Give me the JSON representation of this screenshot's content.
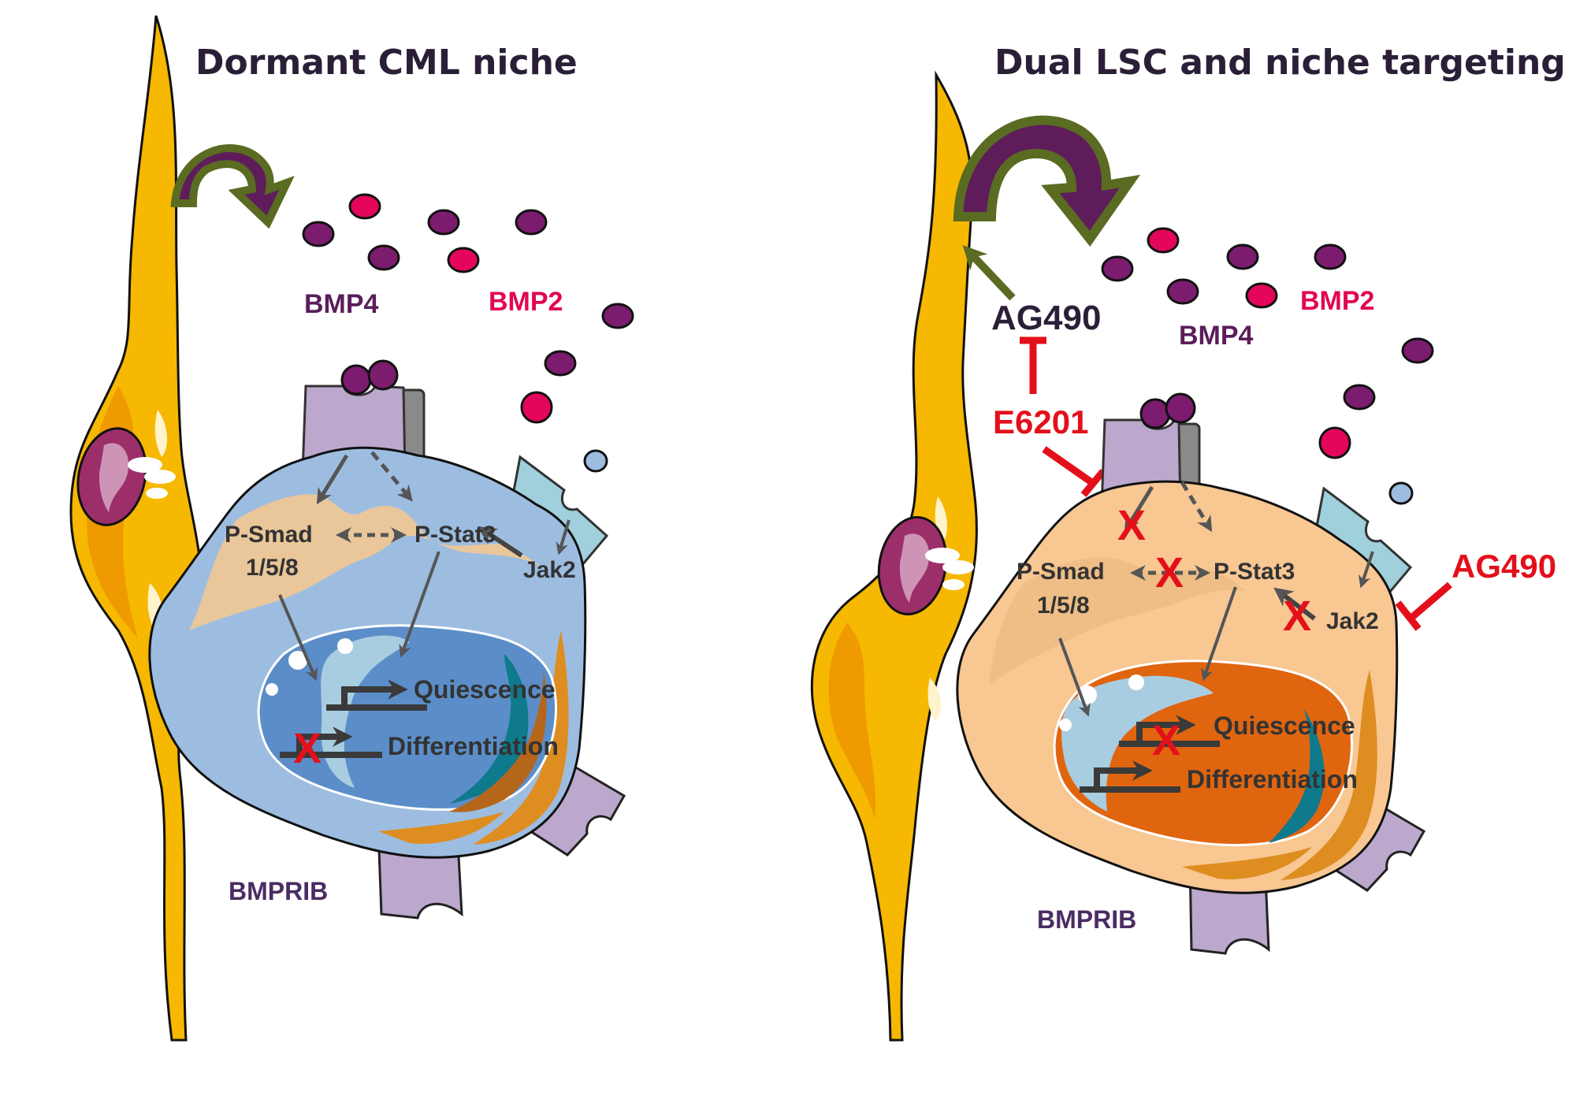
{
  "panels": [
    {
      "title": "Dormant CML niche",
      "ligands": {
        "bmp4_label": "BMP4",
        "bmp2_label": "BMP2"
      },
      "receptor_label": "BMPRIB",
      "signaling": {
        "smad_line1": "P-Smad",
        "smad_line2": "1/5/8",
        "stat3": "P-Stat3",
        "jak2": "Jak2"
      },
      "genes": {
        "quiescence": "Quiescence",
        "differentiation": "Differentiation"
      },
      "blocked_marks": [
        "differentiation"
      ],
      "cell_state": "dormant leukemic stem cell (blue)",
      "blocked_glyph": "X"
    },
    {
      "title": "Dual LSC and niche targeting",
      "ligands": {
        "bmp4_label": "BMP4",
        "bmp2_label": "BMP2"
      },
      "receptor_label": "BMPRIB",
      "signaling": {
        "smad_line1": "P-Smad",
        "smad_line2": "1/5/8",
        "stat3": "P-Stat3",
        "jak2": "Jak2"
      },
      "genes": {
        "quiescence": "Quiescence",
        "differentiation": "Differentiation"
      },
      "drugs": {
        "niche_inhibitor": "AG490",
        "receptor_inhibitor": "E6201",
        "jak2_inhibitor": "AG490"
      },
      "blocked_marks": [
        "bmpr-to-smad",
        "smad-stat3-crosstalk",
        "jak2-to-stat3",
        "quiescence"
      ],
      "cell_state": "targeted leukemic stem cell (orange)",
      "blocked_glyph": "X"
    }
  ],
  "colors": {
    "stroma": "#f6b800",
    "stroma_dark": "#ee9a00",
    "stroma_nucleus": "#9c2f6a",
    "curved_arrow_fill": "#5e1d5a",
    "curved_arrow_outline": "#5a6b22",
    "bmp4": "#7b1c6e",
    "bmp2": "#e3065a",
    "lsc_dormant": "#9dbde0",
    "lsc_dormant_nucleus": "#5b8ec9",
    "lsc_targeted": "#f8c792",
    "lsc_targeted_nucleus": "#e0650f",
    "bmpr": "#bba8cc",
    "bmpr_partner": "#8a8a8a",
    "jak_receptor": "#9fd0dc",
    "inhibitor_red": "#e3101b",
    "title": "#2b1f38"
  }
}
